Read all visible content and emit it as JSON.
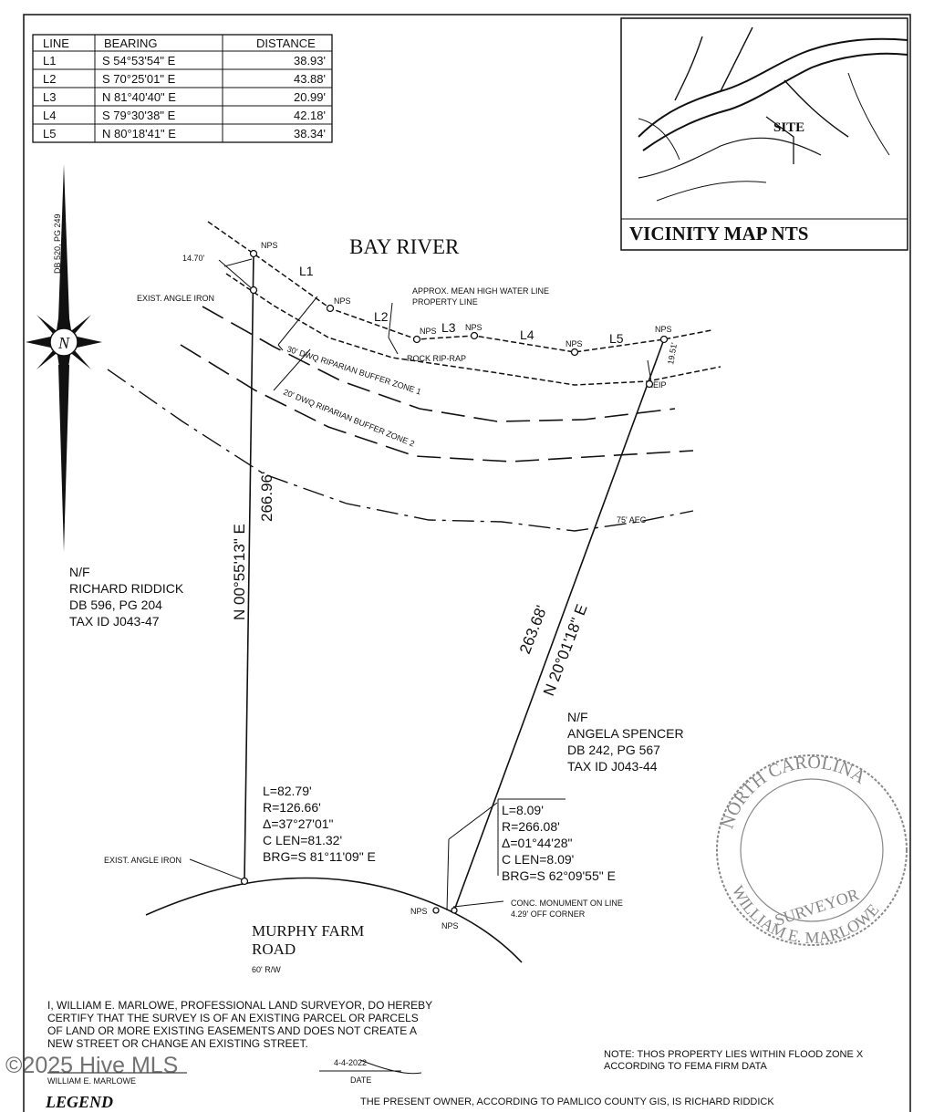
{
  "table": {
    "headers": [
      "LINE",
      "BEARING",
      "DISTANCE"
    ],
    "rows": [
      [
        "L1",
        "S 54°53'54\" E",
        "38.93'"
      ],
      [
        "L2",
        "S 70°25'01\" E",
        "43.88'"
      ],
      [
        "L3",
        "N 81°40'40\" E",
        "20.99'"
      ],
      [
        "L4",
        "S 79°30'38\" E",
        "42.18'"
      ],
      [
        "L5",
        "N 80°18'41\" E",
        "38.34'"
      ]
    ]
  },
  "vicinity": {
    "title": "VICINITY MAP  NTS",
    "site": "SITE"
  },
  "north_ref": "DB 520, PG 249",
  "compass_letter": "N",
  "water": "BAY RIVER",
  "labels": {
    "nps": "NPS",
    "d1470": "14.70'",
    "exist_angle_iron": "EXIST. ANGLE IRON",
    "exist_angle_iron_2": "EXIST. ANGLE IRON",
    "mhw1": "APPROX. MEAN HIGH WATER LINE",
    "mhw2": "PROPERTY LINE",
    "riprap": "ROCK RIP-RAP",
    "buffer1": "30' DWQ RIPARIAN BUFFER ZONE 1",
    "buffer2": "20' DWQ RIPARIAN BUFFER ZONE 2",
    "aec": "75' AEC",
    "d1951": "19.51'",
    "eip": "EIP",
    "conc1": "CONC. MONUMENT ON LINE",
    "conc2": "4.29' OFF CORNER",
    "l1": "L1",
    "l2": "L2",
    "l3": "L3",
    "l4": "L4",
    "l5": "L5"
  },
  "west_line": {
    "bearing": "N 00°55'13\" E",
    "distance": "266.96'"
  },
  "east_line": {
    "distance": "263.68'",
    "bearing": "N 20°01'18\" E"
  },
  "riddick": [
    "N/F",
    "RICHARD RIDDICK",
    "DB 596, PG 204",
    "TAX ID J043-47"
  ],
  "spencer": [
    "N/F",
    "ANGELA SPENCER",
    "DB 242, PG 567",
    "TAX ID J043-44"
  ],
  "curve1": [
    "L=82.79'",
    "R=126.66'",
    "Δ=37°27'01\"",
    "C LEN=81.32'",
    "BRG=S 81°11'09\" E"
  ],
  "curve2": [
    "L=8.09'",
    "R=266.08'",
    "Δ=01°44'28\"",
    "C LEN=8.09'",
    "BRG=S 62°09'55\" E"
  ],
  "road": {
    "line1": "MURPHY FARM",
    "line2": "ROAD",
    "rw": "60' R/W"
  },
  "cert": [
    "I, WILLIAM E. MARLOWE, PROFESSIONAL LAND SURVEYOR, DO HEREBY",
    "CERTIFY THAT THE SURVEY IS OF AN EXISTING PARCEL OR PARCELS",
    "OF LAND OR MORE EXISTING EASEMENTS AND DOES NOT CREATE A",
    "NEW STREET OR CHANGE AN EXISTING STREET."
  ],
  "signer": "WILLIAM E. MARLOWE",
  "date_value": "4-4-2022",
  "date_label": "DATE",
  "flood_note": [
    "NOTE: THOS PROPERTY LIES WITHIN FLOOD ZONE X",
    "ACCORDING TO FEMA FIRM DATA"
  ],
  "legend": "LEGEND",
  "owner_note": "THE PRESENT OWNER, ACCORDING TO PAMLICO COUNTY GIS, IS RICHARD RIDDICK",
  "seal": {
    "top": "NORTH CAROLINA",
    "middle": "SURVEYOR",
    "bottom": "WILLIAM E. MARLOWE"
  },
  "watermark": "©2025 Hive MLS"
}
